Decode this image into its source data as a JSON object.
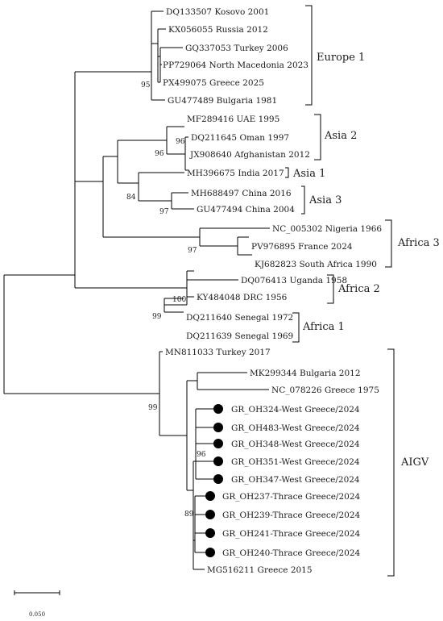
{
  "leaves": {
    "DQ133507": "DQ133507 Kosovo 2001",
    "KX056055": "KX056055 Russia 2012",
    "GQ337053": "GQ337053 Turkey 2006",
    "PP729064": "PP729064 North Macedonia 2023",
    "PX499075": "PX499075 Greece 2025",
    "GU477489": "GU477489 Bulgaria 1981",
    "MF289416": "MF289416 UAE 1995",
    "DQ211645": "DQ211645 Oman 1997",
    "JX908640": "JX908640 Afghanistan 2012",
    "MH396675": "MH396675 India 2017",
    "MH688497": "MH688497 China 2016",
    "GU477494": "GU477494 China 2004",
    "NC_005302": "NC_005302 Nigeria 1966",
    "PV976895": "PV976895 France 2024",
    "KJ682823": "KJ682823 South Africa 1990",
    "DQ076413": "DQ076413 Uganda 1958",
    "KY484048": "KY484048 DRC 1956",
    "DQ211640": "DQ211640 Senegal 1972",
    "DQ211639": "DQ211639 Senegal 1969",
    "MN811033": "MN811033 Turkey 2017",
    "MK299344": "MK299344 Bulgaria 2012",
    "NC_078226": "NC_078226 Greece 1975",
    "OH324": "GR_OH324-West Greece/2024",
    "OH483": "GR_OH483-West Greece/2024",
    "OH348": "GR_OH348-West Greece/2024",
    "OH351": "GR_OH351-West Greece/2024",
    "OH347": "GR_OH347-West Greece/2024",
    "OH237": "GR_OH237-Thrace Greece/2024",
    "OH239": "GR_OH239-Thrace Greece/2024",
    "OH241": "GR_OH241-Thrace Greece/2024",
    "OH240": "GR_OH240-Thrace Greece/2024",
    "MG516211": "MG516211 Greece 2015"
  },
  "bootstrap": {
    "europe1": "95",
    "asia2": "96",
    "asia2_inner": "96",
    "asia": "84",
    "asia3": "97",
    "africa3": "97",
    "africa2": "100",
    "africa1": "99",
    "aigv": "99",
    "greece": "89",
    "west": "96"
  },
  "clades": {
    "europe1": "Europe 1",
    "asia2": "Asia 2",
    "asia1": "Asia 1",
    "asia3": "Asia 3",
    "africa3": "Africa 3",
    "africa2": "Africa 2",
    "africa1": "Africa 1",
    "aigv": "AIGV"
  },
  "scale_bar": {
    "label": "0.050",
    "value": 0.05
  }
}
